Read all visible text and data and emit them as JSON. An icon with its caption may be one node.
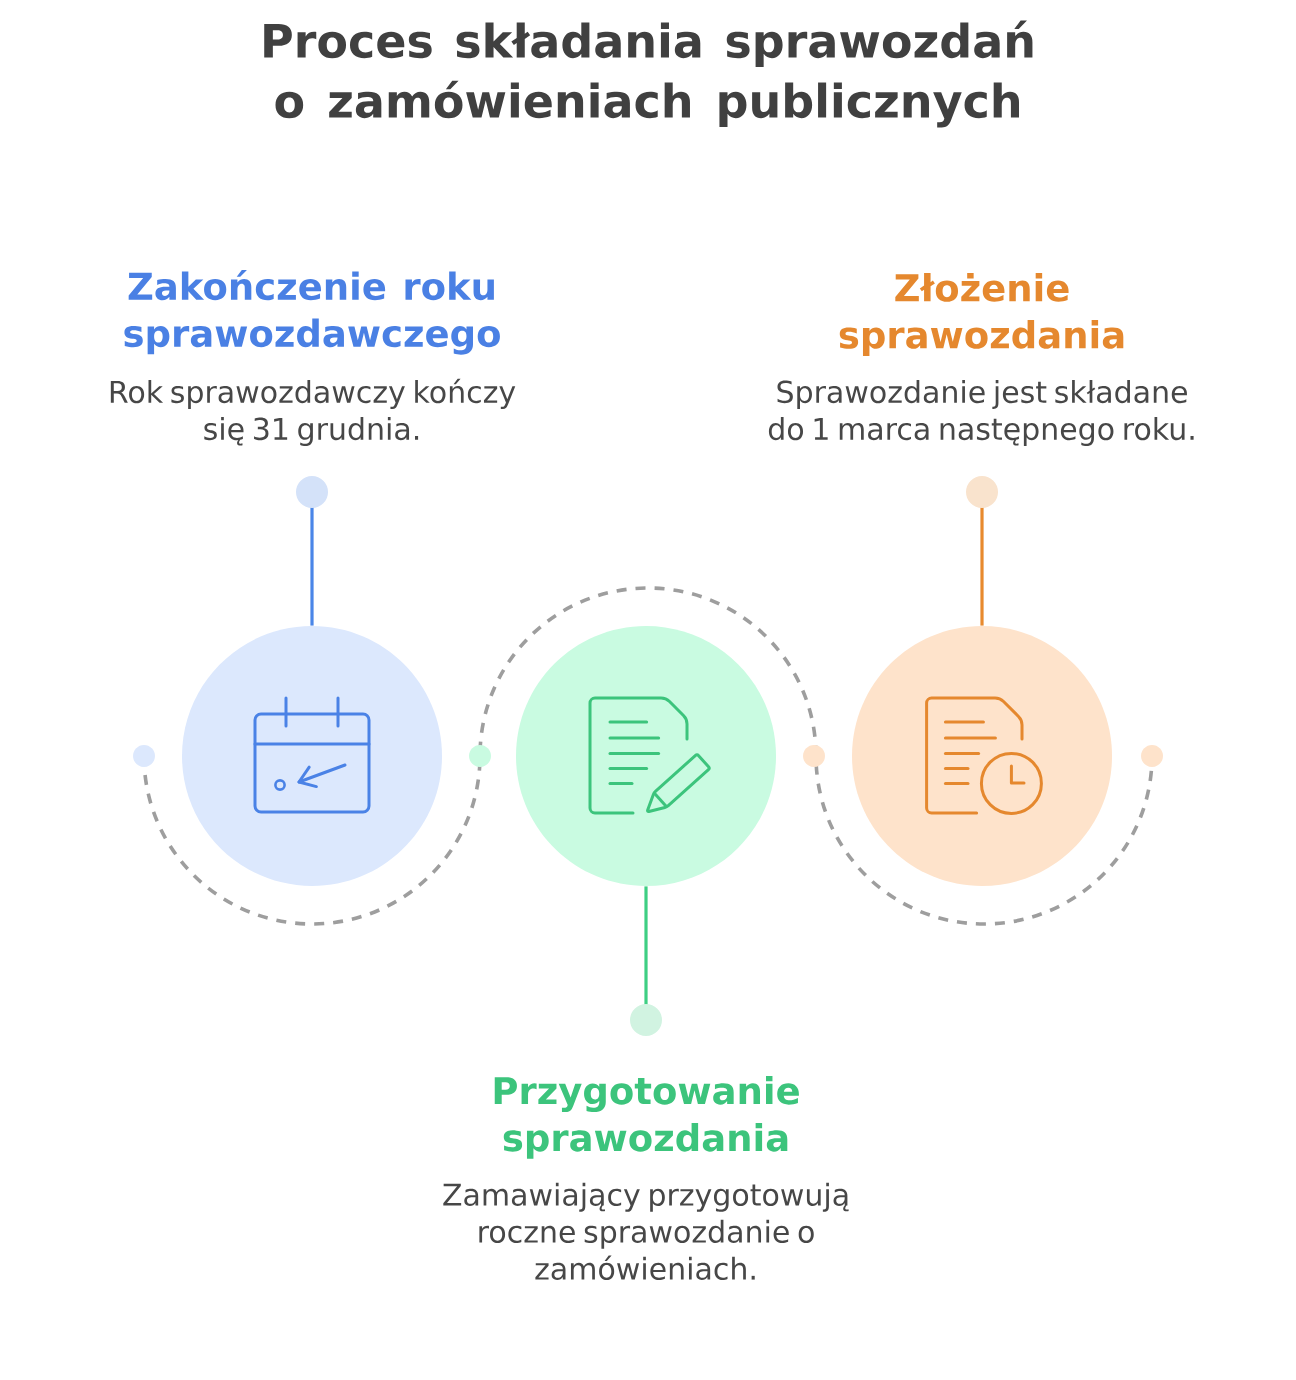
{
  "diagram": {
    "title": "Proces składania sprawozdań o zamówieniach publicznych",
    "nodes": [
      {
        "text": [
          "Zakończenie roku sprawozdawczego",
          "Rok sprawozdawczy kończy się 31 grudnia."
        ]
      },
      {
        "text": [
          "Złożenie sprawozdania",
          "Sprawozdanie jest składane do 1 marca następnego roku."
        ]
      },
      {
        "text": [],
        "shape": "circle"
      },
      {
        "text": [],
        "shape": "circle"
      },
      {
        "text": [],
        "shape": "circle"
      },
      {
        "text": [
          "Przygotowanie sprawozdania",
          "Zamawiający przygotowują roczne sprawozdanie o zamówieniach."
        ]
      }
    ],
    "edges": [
      {
        "from": 2,
        "to": 0,
        "arrow": "other",
        "color": "#4a86e8"
      },
      {
        "from": 3,
        "to": 5,
        "arrow": "other",
        "color": "#3ecf83"
      },
      {
        "from": 4,
        "to": 1,
        "arrow": "other",
        "color": "#e88a2e"
      }
    ]
  }
}
